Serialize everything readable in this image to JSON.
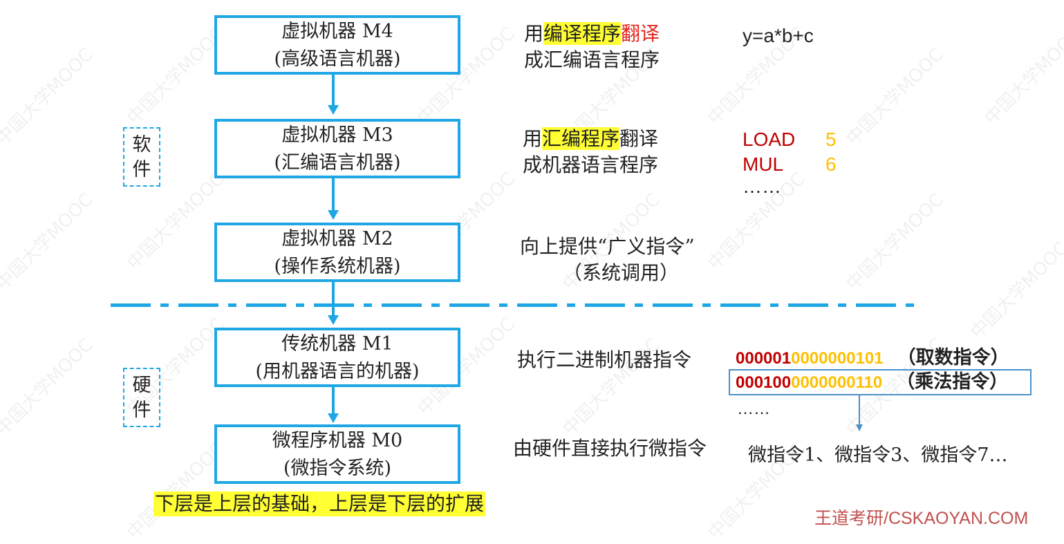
{
  "machines": [
    {
      "name": "虚拟机器 M4",
      "sub": "(高级语言机器)"
    },
    {
      "name": "虚拟机器 M3",
      "sub": "(汇编语言机器)"
    },
    {
      "name": "虚拟机器 M2",
      "sub": "(操作系统机器)"
    },
    {
      "name": "传统机器 M1",
      "sub": "(用机器语言的机器)"
    },
    {
      "name": "微程序机器 M0",
      "sub": "(微指令系统)"
    }
  ],
  "side_labels": {
    "software": [
      "软",
      "件"
    ],
    "hardware": [
      "硬",
      "件"
    ]
  },
  "descriptions": {
    "m4": {
      "prefix": "用",
      "highlight": "编译程序",
      "red": "翻译",
      "line2": "成汇编语言程序"
    },
    "m3": {
      "prefix": "用",
      "highlight": "汇编程序",
      "suffix": "翻译",
      "line2": "成机器语言程序"
    },
    "m2": {
      "line1": "向上提供“广义指令”",
      "line2": "（系统调用）"
    },
    "m1": {
      "line1": "执行二进制机器指令"
    },
    "m0": {
      "line1": "由硬件直接执行微指令"
    }
  },
  "examples": {
    "m4_expr": "y=a*b+c",
    "m3_lines": [
      {
        "op": "LOAD",
        "arg": "5"
      },
      {
        "op": "MUL",
        "arg": "6"
      }
    ],
    "m3_more": "……",
    "m1_lines": [
      {
        "op": "000001",
        "addr": "0000000101",
        "comment": "（取数指令）"
      },
      {
        "op": "000100",
        "addr": "0000000110",
        "comment": "（乘法指令）"
      }
    ],
    "m1_more": "……",
    "m0_line": "微指令1、微指令3、微指令7…"
  },
  "footer_note": "下层是上层的基础，上层是下层的扩展",
  "brand": "王道考研/CSKAOYAN.COM",
  "watermark_text": "中国大学MOOC",
  "colors": {
    "accent": "#1ea7e4",
    "highlight": "#ffff33",
    "red": "#e3241b",
    "darkred": "#c00000",
    "gold": "#ffc000",
    "brand": "#c0504d"
  }
}
